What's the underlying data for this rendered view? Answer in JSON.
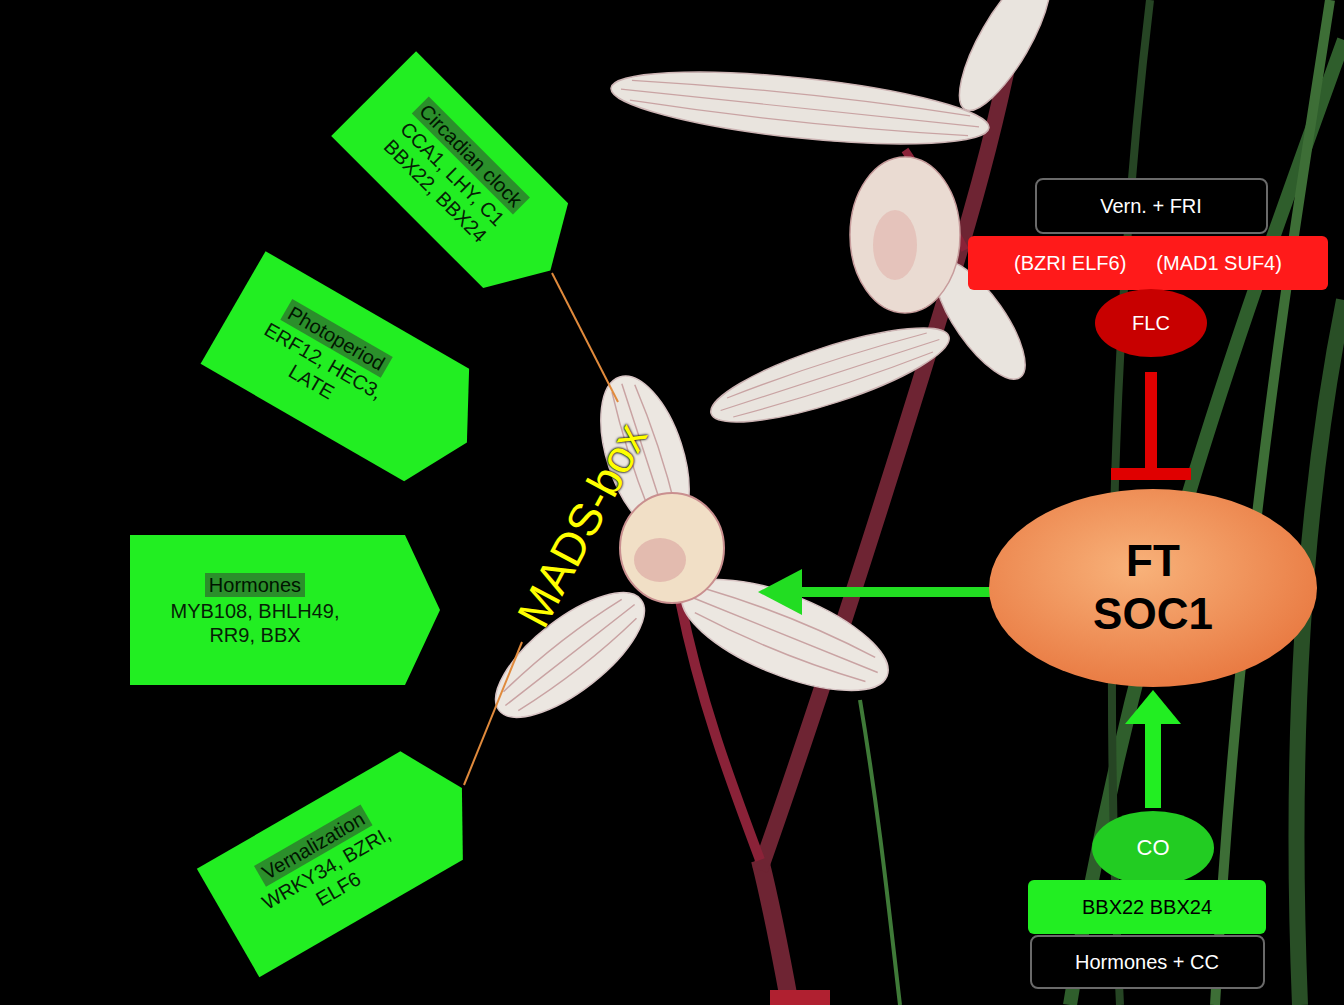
{
  "diagram": {
    "nodes": [
      {
        "text": [
          "Circadian clock",
          "CCA1, LHY, C1 BBX22, BBX24"
        ]
      },
      {
        "text": [
          "Photoperiod",
          "ERF12, HEC3, LATE"
        ]
      },
      {
        "text": [
          "Hormones",
          "MYB108, BHLH49, RR9, BBX"
        ]
      },
      {
        "text": [
          "Vernalization",
          "WRKY34, BZRI, ELF6"
        ]
      },
      {
        "text": [
          "Vern. + FRI"
        ]
      },
      {
        "text": [
          "(BZRI ELF6)",
          "(MAD1 SUF4)"
        ]
      },
      {
        "text": [
          "FLC"
        ]
      },
      {
        "text": [
          "FT",
          "SOC1"
        ]
      },
      {
        "text": [
          "CO"
        ]
      },
      {
        "text": [
          "BBX22 BBX24"
        ]
      },
      {
        "text": [
          "Hormones + CC"
        ]
      }
    ],
    "edges": [
      {
        "from": 6,
        "to": 7,
        "arrow": "to"
      },
      {
        "from": 8,
        "to": 7,
        "arrow": "to"
      }
    ],
    "labels": [
      "MADS-box"
    ]
  }
}
